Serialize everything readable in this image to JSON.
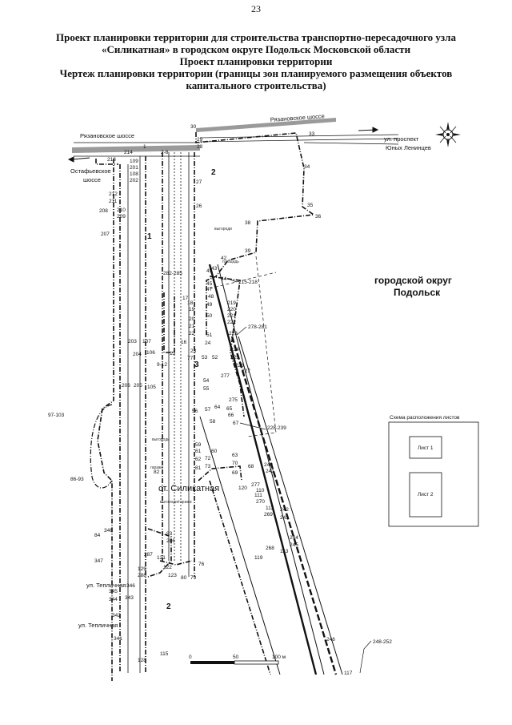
{
  "page_number": "23",
  "title_lines": [
    "Проект планировки территории для строительства транспортно-пересадочного узла",
    "«Силикатная» в городском округе Подольск Московской области",
    "Проект планировки территории",
    "Чертеж планировки территории (границы зон планируемого размещения объектов",
    "капитального строительства)"
  ],
  "roads": {
    "ryazanovskoe_left": "Рязановское шоссе",
    "ryazanovskoe_right": "Рязановское шоссе",
    "yunykh_leninsev": "ул. проспект Юных Ленинцев",
    "ostafyevskoe": "Остафьевское шоссе",
    "teplichnaya_1": "ул. Тепличная",
    "teplichnaya_2": "ул. Тепличная"
  },
  "okrug": "городской округ Подольск",
  "station": "ст. Силикатная",
  "zones": [
    "1",
    "2",
    "3",
    "2"
  ],
  "points": {
    "p30": "30",
    "p29": "29",
    "p28": "28",
    "p33": "33",
    "p34": "34",
    "p35": "35",
    "p36": "36",
    "p38": "38",
    "p39": "39",
    "p42": "42",
    "p43": "43",
    "p44": "44",
    "p45": "45",
    "p47": "47",
    "p48": "48",
    "p27": "27",
    "p26": "26",
    "p2_8": "2-8",
    "p1": "1",
    "p213": "213",
    "p214": "214",
    "p109": "109",
    "p201": "201",
    "p108": "108",
    "p202": "202",
    "p212": "212",
    "p211": "211",
    "p208": "208",
    "p210": "210",
    "p209": "209",
    "p207": "207",
    "p282_285": "282-285",
    "p215_218": "215-218",
    "p219": "219",
    "p220": "220",
    "p221": "221",
    "p222": "222",
    "p223": "223",
    "p278_281": "278-281",
    "p49": "49",
    "p50": "50",
    "p51": "51",
    "p17": "17",
    "p18": "18",
    "p19": "19",
    "p20": "20",
    "p21": "21",
    "p22": "22",
    "p24": "24",
    "p203": "203",
    "p107": "107",
    "p204": "204",
    "p106": "106",
    "p9_12": "9-12",
    "p13": "13",
    "p16": "16",
    "p23": "23",
    "p77": "77",
    "p52": "52",
    "p53": "53",
    "p224": "224",
    "p225": "225",
    "p226": "226",
    "p227": "227",
    "p277": "277",
    "p54": "54",
    "p55": "55",
    "p206": "206",
    "p205": "205",
    "p105": "105",
    "p275": "275",
    "p97_103": "97-103",
    "p56": "56",
    "p57": "57",
    "p64": "64",
    "p65": "65",
    "p66": "66",
    "p67": "67",
    "p228_239": "228-239",
    "p58": "58",
    "p59": "59",
    "p60": "60",
    "p61": "61",
    "p62": "62",
    "p63": "63",
    "p70": "70",
    "p68": "68",
    "p240": "240",
    "p241": "241",
    "p69": "69",
    "p72": "72",
    "p73": "73",
    "p81": "81",
    "p82": "82",
    "p86_93": "86-93",
    "p120": "120",
    "p277b": "277",
    "p110": "110",
    "p111": "111",
    "p270": "270",
    "p112": "112",
    "p242": "242",
    "p243": "243",
    "p269": "269",
    "p84": "84",
    "p346": "346",
    "p83": "83",
    "p286": "286",
    "p244": "244",
    "p245": "245",
    "p268": "268",
    "p113": "113",
    "p347": "347",
    "p287": "287",
    "p121": "121",
    "p119": "119",
    "p76": "76",
    "p129": "129",
    "p288": "288",
    "p122": "122",
    "p123": "123",
    "p80": "80",
    "p79": "79",
    "p346b": "346",
    "p345": "345",
    "p344": "344",
    "p343": "343",
    "p342": "342",
    "p341": "341",
    "p246": "246",
    "p248_252": "248-252",
    "p128": "128",
    "p115": "115",
    "p117": "117"
  },
  "sheet_scheme": {
    "title": "Схема расположения листов",
    "sheet1": "Лист 1",
    "sheet2": "Лист 2"
  },
  "scale_bar": {
    "labels": [
      "0",
      "50",
      "100 м"
    ]
  },
  "colors": {
    "road_fill": "#9a9a9a",
    "line": "#111111"
  }
}
